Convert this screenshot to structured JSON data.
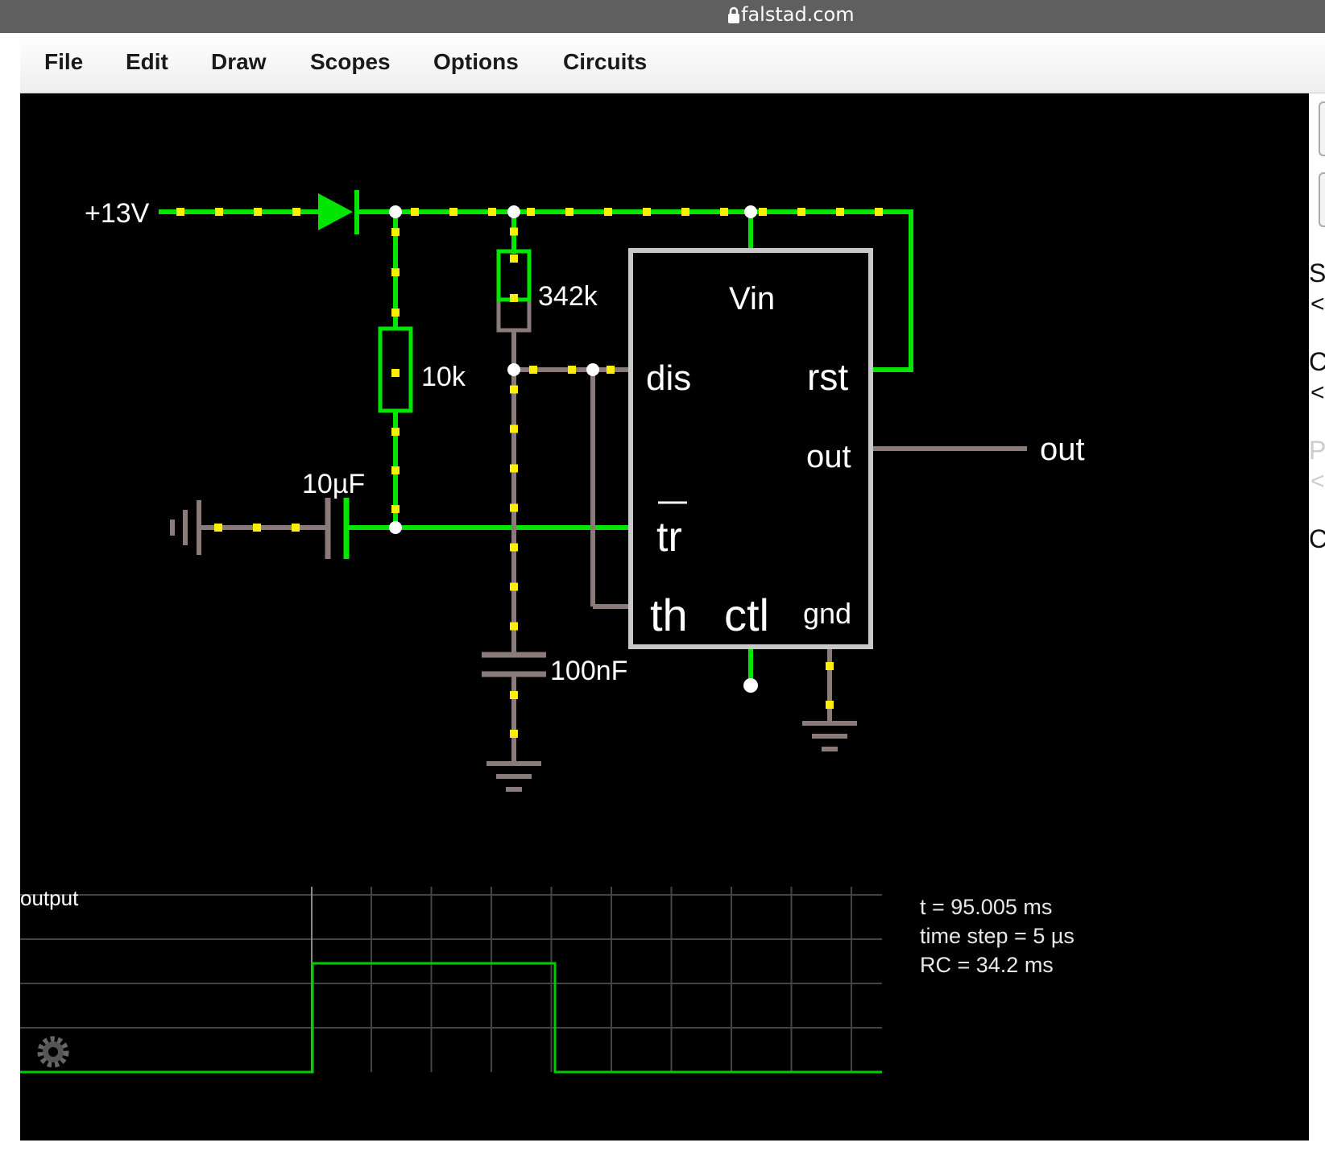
{
  "browser": {
    "url": "falstad.com"
  },
  "menu": {
    "items": [
      "File",
      "Edit",
      "Draw",
      "Scopes",
      "Options",
      "Circuits"
    ]
  },
  "circuit": {
    "supply_label": "+13V",
    "r1_label": "342k",
    "r2_label": "10k",
    "c1_label": "10µF",
    "c2_label": "100nF",
    "ic_pins": {
      "vin": "Vin",
      "dis": "dis",
      "rst": "rst",
      "out": "out",
      "tr": "tr",
      "th": "th",
      "ctl": "ctl",
      "gnd": "gnd"
    },
    "output_label": "out"
  },
  "scope": {
    "label": "output"
  },
  "info": {
    "time": "t = 95.005 ms",
    "time_step": "time step = 5 µs",
    "rc": "RC = 34.2 ms"
  },
  "side_panel": {
    "letters": [
      "S",
      "C",
      "P",
      "C"
    ]
  },
  "colors": {
    "wire_active": "#00e600",
    "wire_idle": "#8a7a7a",
    "current_dot": "#ffee00",
    "node": "#ffffff",
    "ic_border": "#c8c8c8",
    "scope_trace": "#00cc00",
    "scope_grid": "#444444"
  }
}
